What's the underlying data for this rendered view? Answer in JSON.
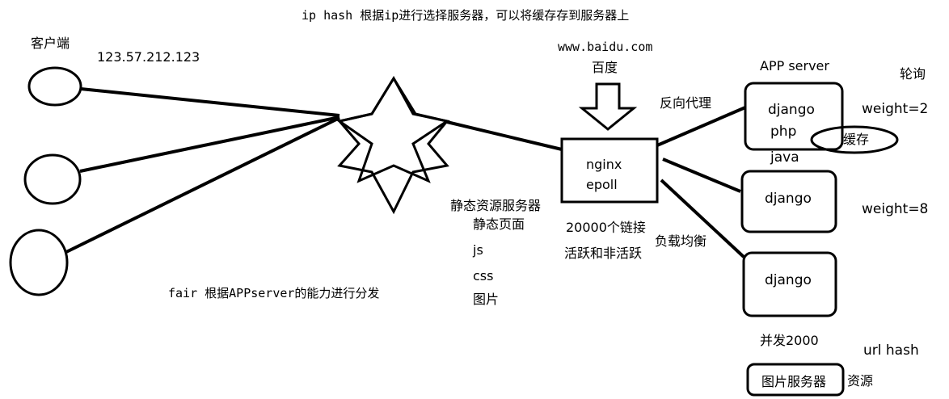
{
  "top_note": "ip hash 根据ip进行选择服务器，可以将缓存存到服务器上",
  "client": {
    "label": "客户端",
    "ip": "123.57.212.123"
  },
  "site": {
    "url": "www.baidu.com",
    "name": "百度"
  },
  "proxy": {
    "label": "反向代理",
    "line1": "nginx",
    "line2": "epoll"
  },
  "connections": {
    "count": "20000个链接",
    "states": "活跃和非活跃"
  },
  "load_balance": "负载均衡",
  "static_server": {
    "title": "静态资源服务器",
    "items": [
      "静态页面",
      "js",
      "css",
      "图片"
    ]
  },
  "fair_note": "fair 根据APPserver的能力进行分发",
  "app_server": {
    "title": "APP server",
    "strategy": "轮询",
    "servers": [
      {
        "lines": [
          "django",
          "php",
          "java"
        ],
        "weight": "weight=2",
        "cache": "缓存"
      },
      {
        "lines": [
          "django"
        ],
        "weight": "weight=8"
      },
      {
        "lines": [
          "django"
        ]
      }
    ]
  },
  "concurrency": "并发2000",
  "url_hash": "url hash",
  "image_server": {
    "label": "图片服务器",
    "resource": "资源"
  }
}
